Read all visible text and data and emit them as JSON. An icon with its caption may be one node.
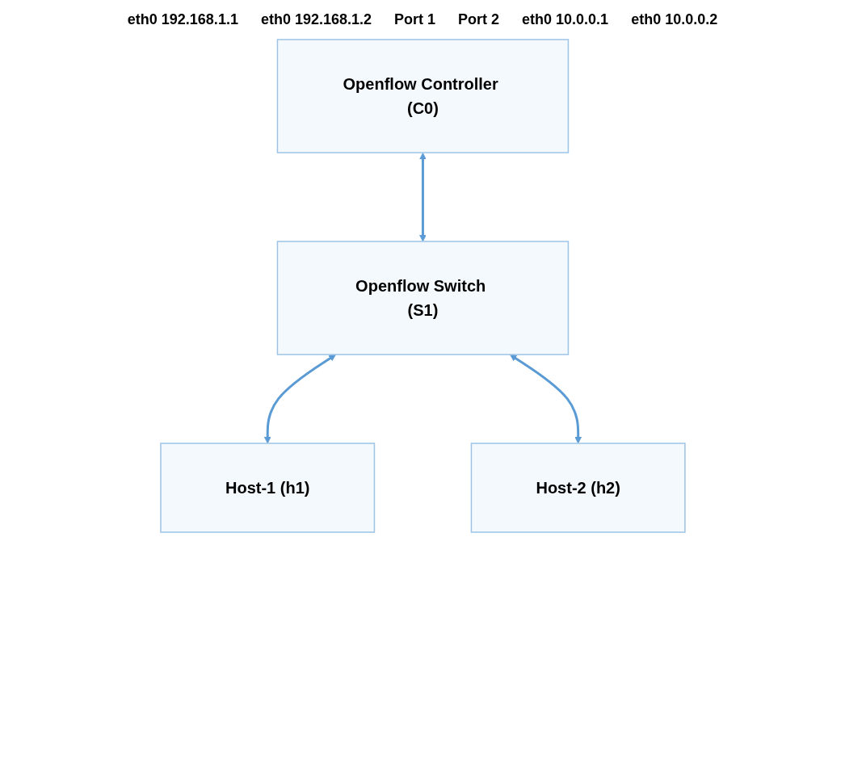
{
  "diagram": {
    "nodes": [
      {
        "text": [
          "Openflow Controller (C0)"
        ]
      },
      {
        "text": [
          "Openflow Switch (S1)"
        ]
      },
      {
        "text": [
          "Host-1 (h1)"
        ]
      },
      {
        "text": [
          "Host-2 (h2)"
        ]
      }
    ],
    "edges": [
      {
        "from": 0,
        "to": 1,
        "arrow": "both"
      },
      {
        "from": 1,
        "to": 2,
        "arrow": "both"
      },
      {
        "from": 1,
        "to": 3,
        "arrow": "both"
      }
    ],
    "labels": [
      "eth0 192.168.1.1",
      "eth0 192.168.1.2",
      "Port 1",
      "Port 2",
      "eth0 10.0.0.1",
      "eth0 10.0.0.2"
    ]
  }
}
